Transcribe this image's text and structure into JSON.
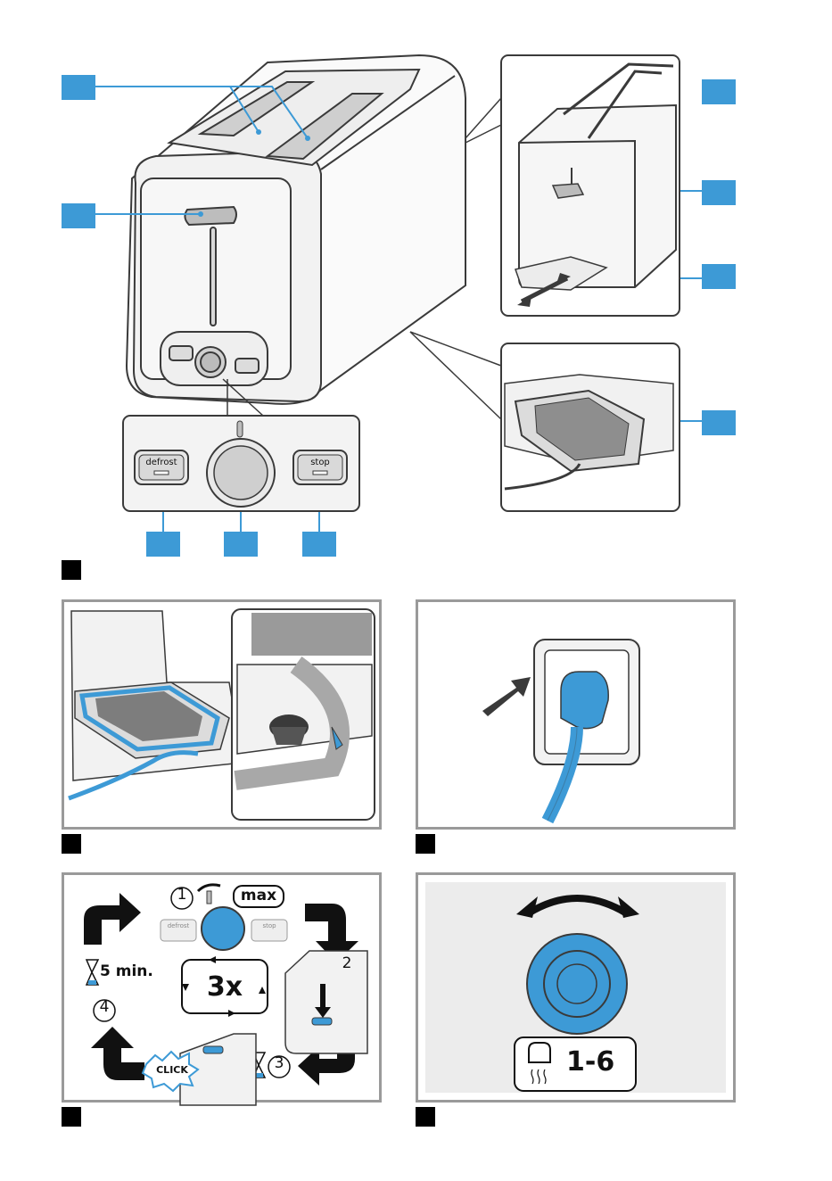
{
  "control_panel": {
    "defrost_label": "defrost",
    "stop_label": "stop"
  },
  "figure_e": {
    "step1": "1",
    "step2": "2",
    "step3": "3",
    "step4": "4",
    "max_label": "max",
    "repeat_label": "3x",
    "wait_label": "5 min.",
    "click_label": "CLICK",
    "defrost_label": "defrost",
    "stop_label": "stop"
  },
  "figure_f": {
    "range_label": "1-6"
  },
  "colors": {
    "accent_blue": "#3d9ad6",
    "panel_border": "#9a9a9a",
    "line_gray": "#3a3a3a"
  }
}
